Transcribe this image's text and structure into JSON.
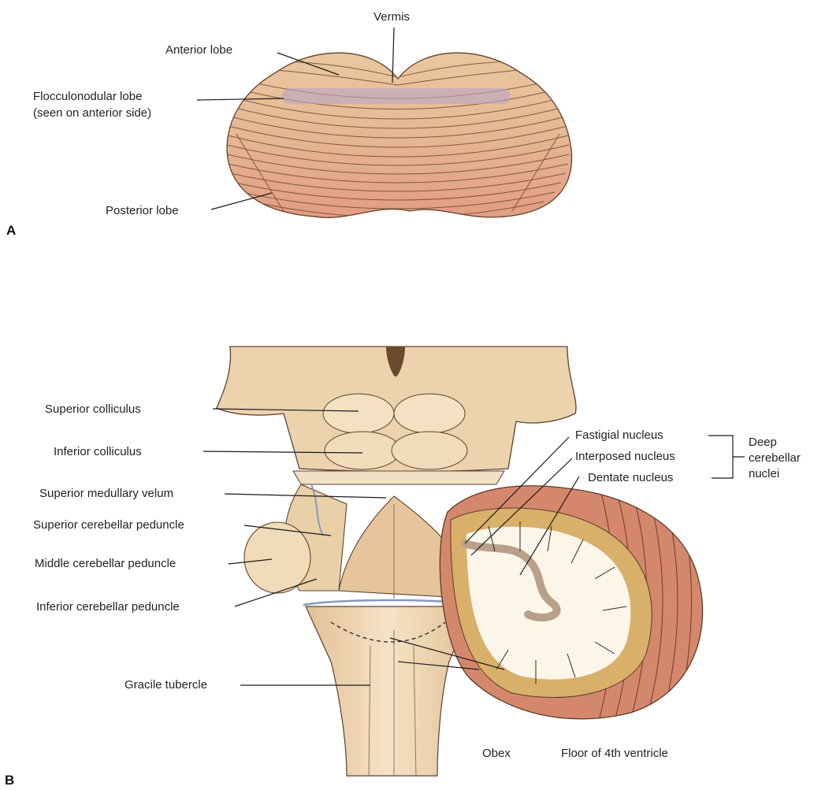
{
  "panel_a": {
    "letter": "A",
    "labels": {
      "vermis": "Vermis",
      "anterior_lobe": "Anterior lobe",
      "flocculonodular_line1": "Flocculonodular lobe",
      "flocculonodular_line2": "(seen on anterior side)",
      "posterior_lobe": "Posterior lobe"
    }
  },
  "panel_b": {
    "letter": "B",
    "labels": {
      "superior_colliculus": "Superior colliculus",
      "inferior_colliculus": "Inferior colliculus",
      "superior_medullary_velum": "Superior medullary velum",
      "superior_cerebellar_peduncle": "Superior cerebellar peduncle",
      "middle_cerebellar_peduncle": "Middle cerebellar peduncle",
      "inferior_cerebellar_peduncle": "Inferior cerebellar peduncle",
      "gracile_tubercle": "Gracile tubercle",
      "obex": "Obex",
      "floor_4th_ventricle": "Floor of 4th ventricle",
      "fastigial_nucleus": "Fastigial nucleus",
      "interposed_nucleus": "Interposed nucleus",
      "dentate_nucleus": "Dentate nucleus",
      "deep_line1": "Deep",
      "deep_line2": "cerebellar",
      "deep_line3": "nuclei"
    }
  },
  "colors": {
    "anterior_tan": "#e8c49a",
    "posterior_pink": "#e8a48a",
    "flocculonodular_band": "#b9a3c4",
    "brainstem_cream": "#efd6b2",
    "brainstem_shade": "#d9b48a",
    "cerebellar_cortex_gold": "#d8b06a",
    "cerebellar_white": "#fbf5ea",
    "cerebellar_edge_red": "#c97a62"
  }
}
